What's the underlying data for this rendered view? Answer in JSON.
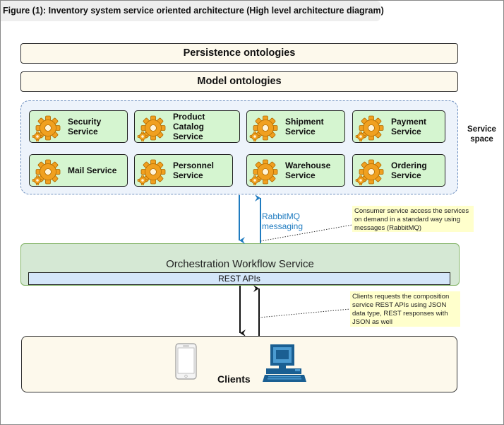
{
  "caption": "Figure (1): Inventory system service oriented architecture (High level architecture diagram)",
  "layers": {
    "persistence": "Persistence ontologies",
    "model": "Model ontologies"
  },
  "service_space": {
    "label": "Service space",
    "services": [
      {
        "line1": "Security",
        "line2": "Service"
      },
      {
        "line1": "Product Catalog",
        "line2": "Service"
      },
      {
        "line1": "Shipment",
        "line2": "Service"
      },
      {
        "line1": "Payment",
        "line2": "Service"
      },
      {
        "line1": "Mail Service",
        "line2": ""
      },
      {
        "line1": "Personnel",
        "line2": "Service"
      },
      {
        "line1": "Warehouse",
        "line2": "Service"
      },
      {
        "line1": "Ordering",
        "line2": "Service"
      }
    ]
  },
  "messaging": {
    "line1": "RabbitMQ",
    "line2": "messaging",
    "note": "Consumer service access the services on demand in a standard way using messages (RabbitMQ)"
  },
  "orchestration": {
    "title": "Orchestration Workflow Service",
    "rest": "REST APIs"
  },
  "clients": {
    "label": "Clients",
    "note": "Clients requests the composition service REST APIs using JSON data type, REST responses with JSON as well"
  },
  "colors": {
    "service_fill": "#d5f5d0",
    "space_fill": "#edf3fb",
    "orch_fill": "#d5e8d4",
    "rest_fill": "#d4e6f9",
    "arrow_blue": "#1f7bc0",
    "gear": "#f0a020"
  }
}
